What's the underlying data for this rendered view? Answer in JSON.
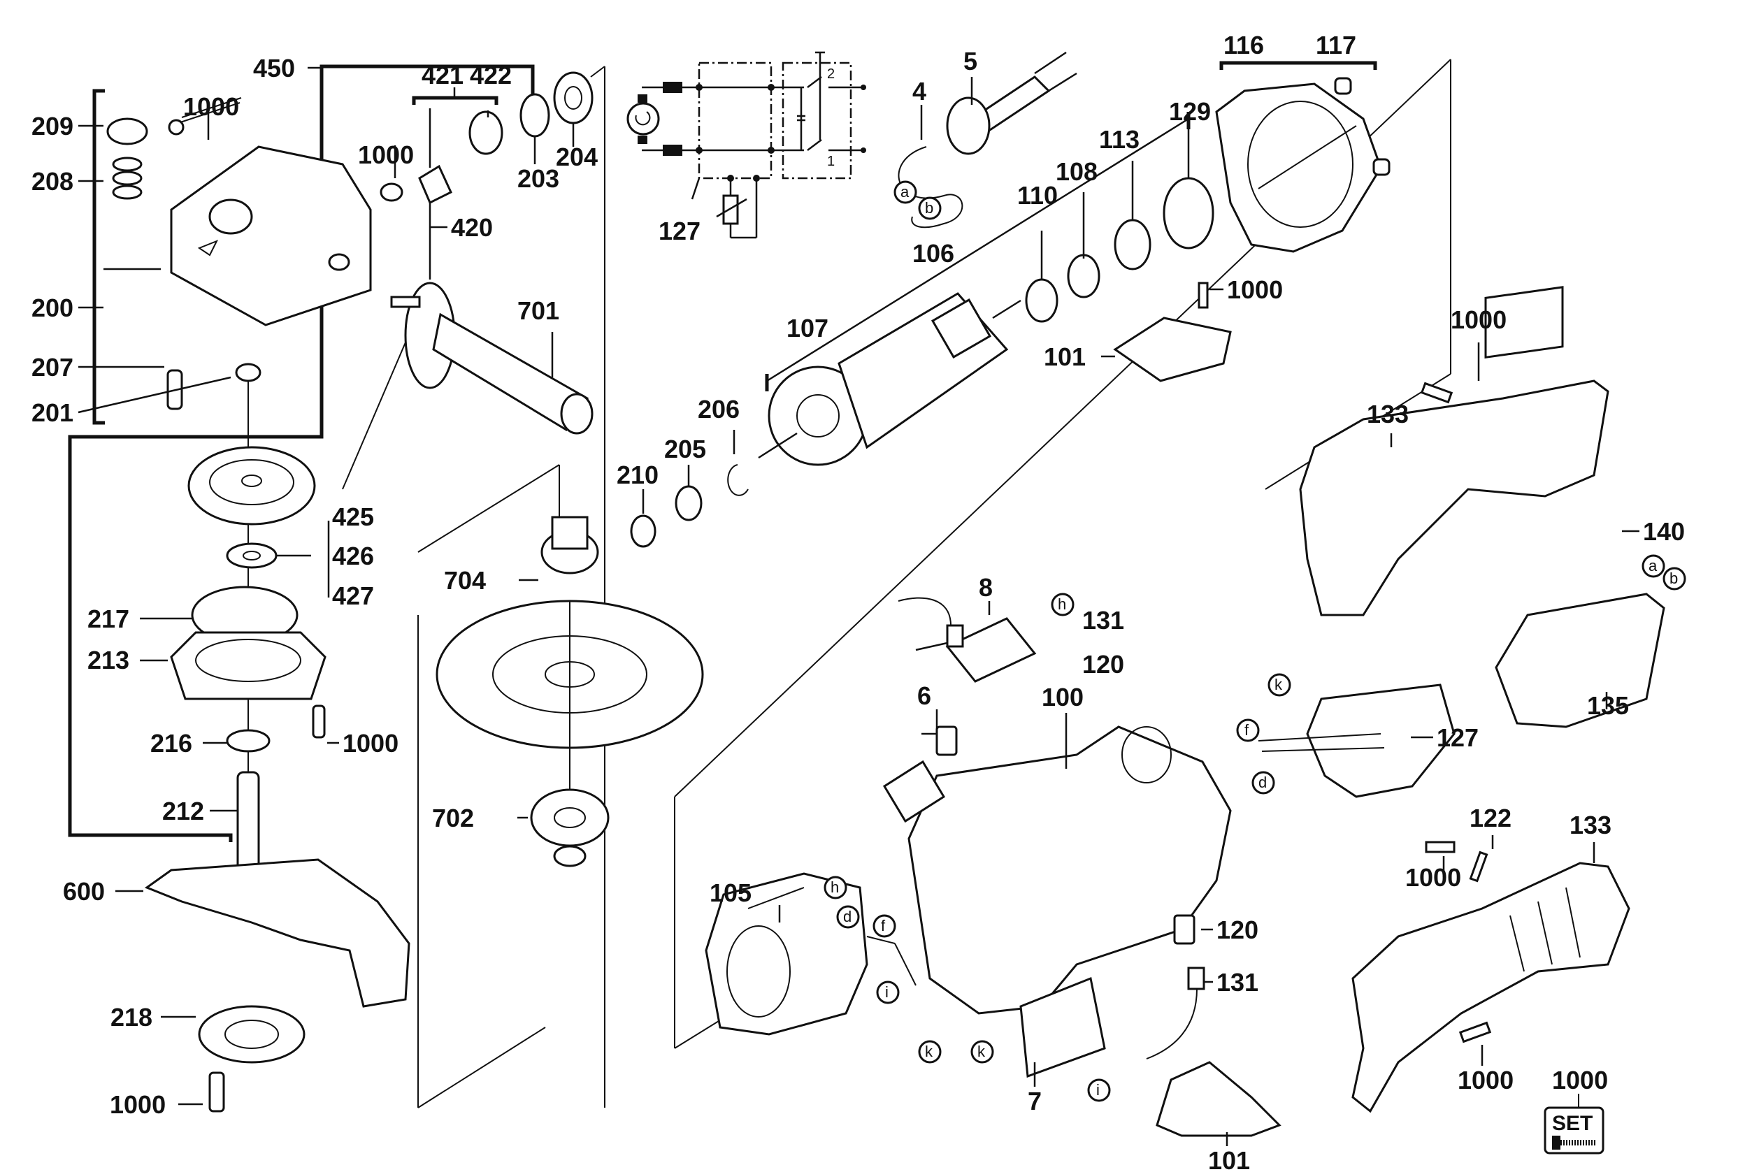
{
  "diagram": {
    "title": "Angle grinder exploded parts diagram",
    "labels": {
      "p450": "450",
      "p421": "421",
      "p422": "422",
      "p209": "209",
      "p1000a": "1000",
      "p208": "208",
      "p1000b": "1000",
      "p203": "203",
      "p204": "204",
      "p420": "420",
      "p200": "200",
      "p701": "701",
      "p207": "207",
      "p201": "201",
      "p425": "425",
      "p426": "426",
      "p427": "427",
      "p217": "217",
      "p213": "213",
      "p216": "216",
      "p1000c": "1000",
      "p212": "212",
      "p600": "600",
      "p218": "218",
      "p1000d": "1000",
      "p127a": "127",
      "p5": "5",
      "p4": "4",
      "p116": "116",
      "p117": "117",
      "p129": "129",
      "p113": "113",
      "p108": "108",
      "p110": "110",
      "p106": "106",
      "p107": "107",
      "p1000e": "1000",
      "p101a": "101",
      "p206": "206",
      "p205": "205",
      "p210": "210",
      "p704": "704",
      "p702": "702",
      "p1000f": "1000",
      "p133a": "133",
      "p140": "140",
      "p8": "8",
      "p131a": "131",
      "p120a": "120",
      "p135": "135",
      "p6": "6",
      "p100": "100",
      "p127b": "127",
      "p122": "122",
      "p133b": "133",
      "p1000g": "1000",
      "p105": "105",
      "p120b": "120",
      "p131b": "131",
      "p7": "7",
      "p101b": "101",
      "p1000h": "1000",
      "p1000set": "1000"
    },
    "wire_markers": {
      "a1": "a",
      "b1": "b",
      "a2": "a",
      "b2": "b",
      "h1": "h",
      "f1": "f",
      "k1": "k",
      "d1": "d",
      "h2": "h",
      "d2": "d",
      "f2": "f",
      "i1": "i",
      "k2": "k",
      "k3": "k",
      "i2": "i"
    },
    "schematic": {
      "switch_pos_2": "2",
      "switch_pos_1": "1"
    },
    "set_badge": {
      "text": "SET"
    }
  }
}
